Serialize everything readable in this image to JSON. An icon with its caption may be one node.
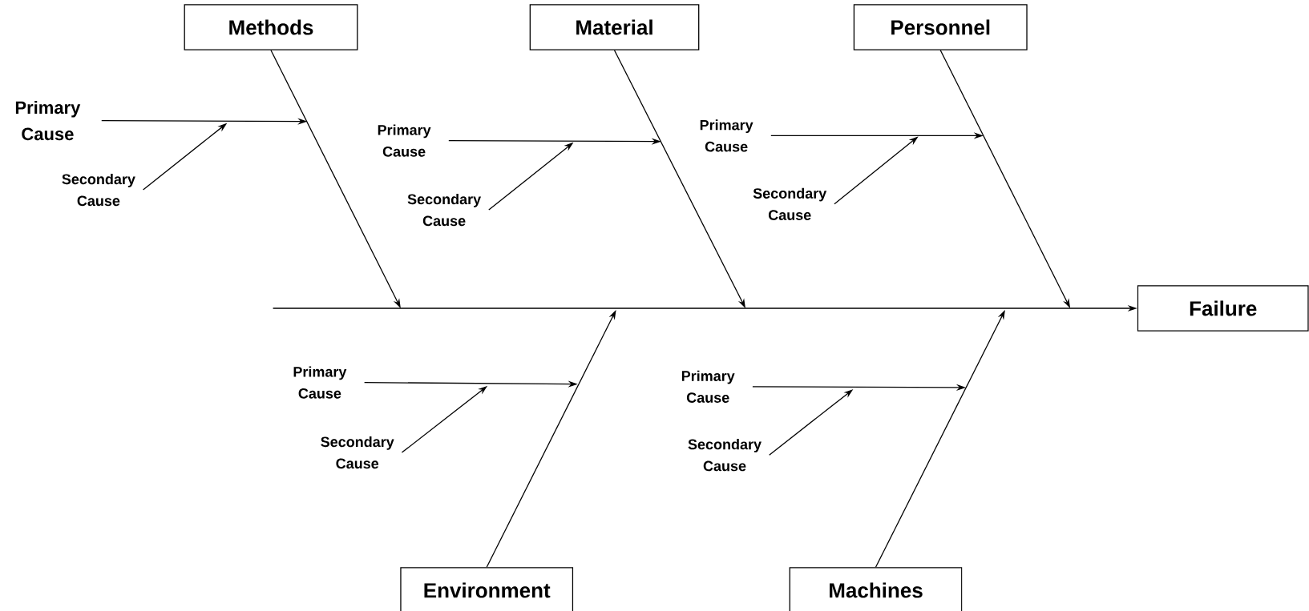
{
  "diagram": {
    "nodes": [
      {
        "text": [
          "Methods"
        ]
      },
      {
        "text": [
          "Material"
        ]
      },
      {
        "text": [
          "Personnel"
        ]
      },
      {
        "text": [
          "Primary Cause"
        ]
      },
      {
        "text": [
          "Secondary Cause"
        ]
      },
      {
        "text": [
          "Primary Cause"
        ]
      },
      {
        "text": [
          "Secondary Cause"
        ]
      },
      {
        "text": [
          "Primary Cause"
        ]
      },
      {
        "text": [
          "Secondary Cause"
        ]
      },
      {
        "text": [
          "Primary Cause"
        ]
      },
      {
        "text": [
          "Secondary Cause"
        ]
      },
      {
        "text": [
          "Primary Cause"
        ]
      },
      {
        "text": [
          "Secondary Cause"
        ]
      },
      {
        "text": [
          "Environment"
        ]
      },
      {
        "text": [
          "Machines"
        ]
      },
      {
        "text": [
          "Failure"
        ]
      }
    ],
    "edges": [
      {
        "from": null,
        "to": 15,
        "arrow": "to"
      },
      {
        "from": 0,
        "to": null,
        "arrow": "to"
      },
      {
        "from": 1,
        "to": null,
        "arrow": "to"
      },
      {
        "from": 2,
        "to": null,
        "arrow": "to"
      },
      {
        "from": 13,
        "to": null,
        "arrow": "to"
      },
      {
        "from": 14,
        "to": null,
        "arrow": "to"
      },
      {
        "from": 3,
        "to": null,
        "arrow": "to"
      },
      {
        "from": 4,
        "to": null,
        "arrow": "to"
      },
      {
        "from": 5,
        "to": null,
        "arrow": "to"
      },
      {
        "from": 6,
        "to": null,
        "arrow": "to"
      },
      {
        "from": 7,
        "to": null,
        "arrow": "to"
      },
      {
        "from": 8,
        "to": null,
        "arrow": "to"
      },
      {
        "from": 9,
        "to": null,
        "arrow": "to"
      },
      {
        "from": 10,
        "to": null,
        "arrow": "to"
      },
      {
        "from": 11,
        "to": null,
        "arrow": "to"
      },
      {
        "from": 12,
        "to": null,
        "arrow": "to"
      }
    ]
  }
}
